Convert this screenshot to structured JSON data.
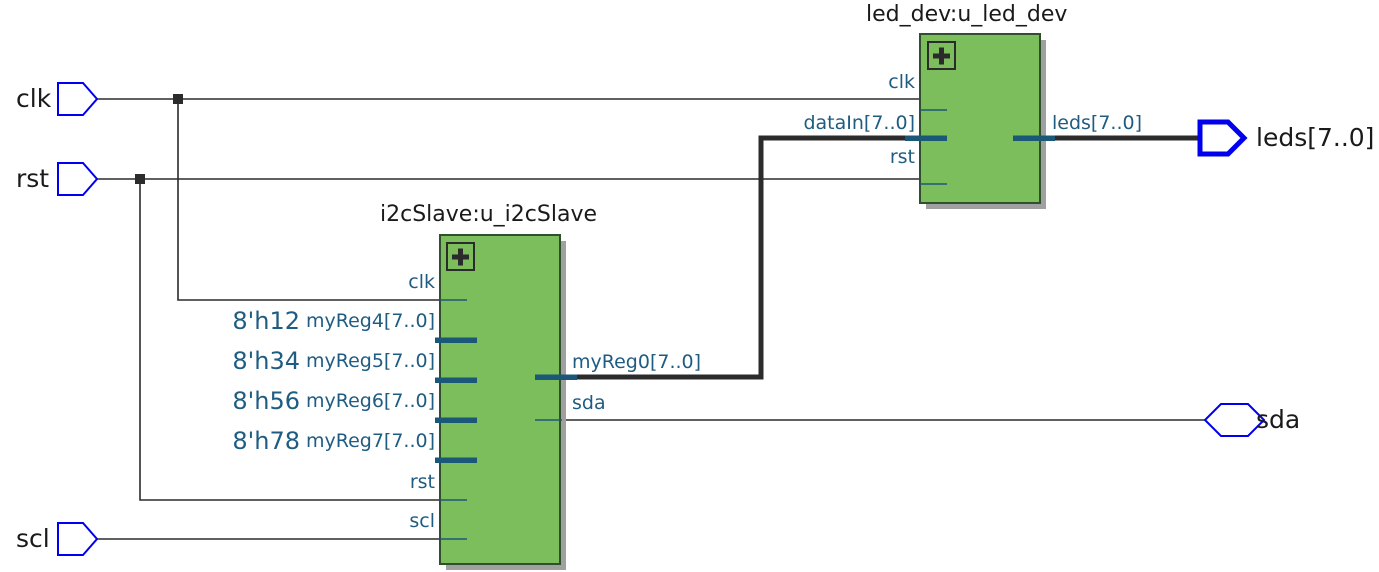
{
  "diagram": {
    "kind": "rtl-netlist-schematic",
    "background": "#ffffff",
    "colors": {
      "block_fill": "#7cbe5c",
      "block_stroke": "#2f4f2f",
      "block_shadow": "#a0a0a0",
      "port_label": "#1f5c82",
      "bus_stub": "#1b5878",
      "wire_thin": "#2b2b2b",
      "wire_bus": "#2b2b2b",
      "port_outline_blue": "#0000ee",
      "text_black": "#1a1a1a"
    }
  },
  "top_ports": {
    "inputs": [
      {
        "name": "clk",
        "shape": "pentagon-right",
        "kind": "input",
        "bus": false
      },
      {
        "name": "rst",
        "shape": "pentagon-right",
        "kind": "input",
        "bus": false
      },
      {
        "name": "scl",
        "shape": "pentagon-right",
        "kind": "input",
        "bus": false
      }
    ],
    "outputs": [
      {
        "name": "leds[7..0]",
        "shape": "pentagon-right",
        "kind": "output",
        "bus": true
      },
      {
        "name": "sda",
        "shape": "hexagon",
        "kind": "bidir",
        "bus": false
      }
    ]
  },
  "instances": [
    {
      "id": "u_led_dev",
      "title": "led_dev:u_led_dev",
      "expand_icon": "plus-icon",
      "inputs": [
        {
          "name": "clk",
          "bus": false
        },
        {
          "name": "dataIn[7..0]",
          "bus": true
        },
        {
          "name": "rst",
          "bus": false
        }
      ],
      "outputs": [
        {
          "name": "leds[7..0]",
          "bus": true
        }
      ]
    },
    {
      "id": "u_i2cSlave",
      "title": "i2cSlave:u_i2cSlave",
      "expand_icon": "plus-icon",
      "inputs": [
        {
          "name": "clk",
          "bus": false,
          "constant": null
        },
        {
          "name": "myReg4[7..0]",
          "bus": true,
          "constant": "8'h12"
        },
        {
          "name": "myReg5[7..0]",
          "bus": true,
          "constant": "8'h34"
        },
        {
          "name": "myReg6[7..0]",
          "bus": true,
          "constant": "8'h56"
        },
        {
          "name": "myReg7[7..0]",
          "bus": true,
          "constant": "8'h78"
        },
        {
          "name": "rst",
          "bus": false,
          "constant": null
        },
        {
          "name": "scl",
          "bus": false,
          "constant": null
        }
      ],
      "outputs": [
        {
          "name": "myReg0[7..0]",
          "bus": true
        },
        {
          "name": "sda",
          "bus": false
        }
      ]
    }
  ],
  "nets": [
    {
      "from": "clk",
      "to": [
        "u_led_dev.clk",
        "u_i2cSlave.clk"
      ],
      "bus": false
    },
    {
      "from": "rst",
      "to": [
        "u_led_dev.rst",
        "u_i2cSlave.rst"
      ],
      "bus": false
    },
    {
      "from": "scl",
      "to": [
        "u_i2cSlave.scl"
      ],
      "bus": false
    },
    {
      "from": "u_i2cSlave.myReg0[7..0]",
      "to": [
        "u_led_dev.dataIn[7..0]"
      ],
      "bus": true
    },
    {
      "from": "u_led_dev.leds[7..0]",
      "to": [
        "leds[7..0]"
      ],
      "bus": true
    },
    {
      "from": "u_i2cSlave.sda",
      "to": [
        "sda"
      ],
      "bus": false
    }
  ]
}
